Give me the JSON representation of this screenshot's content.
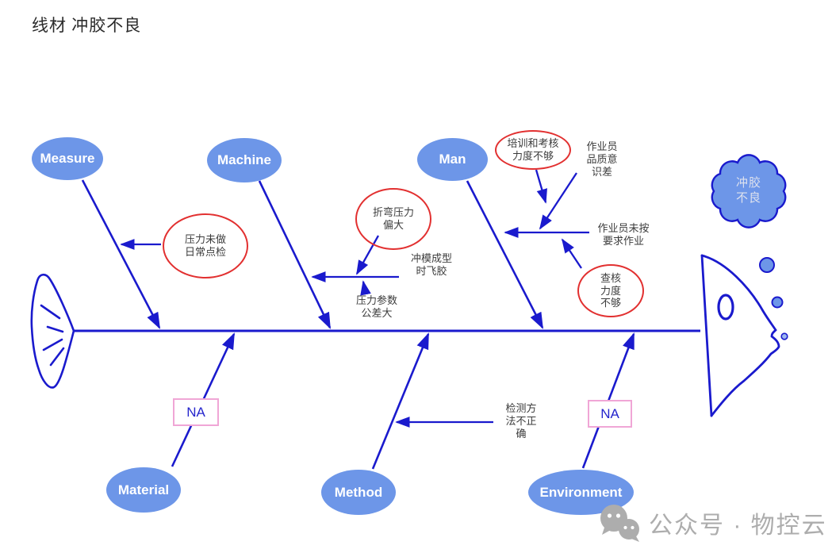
{
  "title": "线材 冲胶不良",
  "effect": {
    "cloud_label": "冲胶\n不良"
  },
  "categories": [
    {
      "id": "measure",
      "label": "Measure"
    },
    {
      "id": "machine",
      "label": "Machine"
    },
    {
      "id": "man",
      "label": "Man"
    },
    {
      "id": "material",
      "label": "Material"
    },
    {
      "id": "method",
      "label": "Method"
    },
    {
      "id": "environment",
      "label": "Environment"
    }
  ],
  "circled_causes": [
    {
      "category": "Measure",
      "label": "压力未做\n日常点检"
    },
    {
      "category": "Machine",
      "label": "折弯压力\n偏大"
    },
    {
      "category": "Man",
      "label": "培训和考核\n力度不够"
    },
    {
      "category": "Man",
      "label": "查核\n力度\n不够"
    }
  ],
  "plain_causes": [
    {
      "category": "Machine",
      "label": "冲模成型\n时飞胶"
    },
    {
      "category": "Machine",
      "label": "压力参数\n公差大"
    },
    {
      "category": "Man",
      "label": "作业员\n品质意\n识差"
    },
    {
      "category": "Man",
      "label": "作业员未按\n要求作业"
    },
    {
      "category": "Method",
      "label": "检测方\n法不正\n确"
    }
  ],
  "na_boxes": [
    {
      "category": "Material",
      "label": "NA"
    },
    {
      "category": "Environment",
      "label": "NA"
    }
  ],
  "watermark": {
    "icon": "wechat-icon",
    "label": "公众号 · 物控云"
  },
  "colors": {
    "bone_blue": "#1a1acd",
    "category_fill": "#6d96e8",
    "highlight_red": "#e23030",
    "na_border_pink": "#f0a6d6",
    "na_text_blue": "#2525cc",
    "cause_text": "#3c3c3c",
    "watermark_gray": "#adadad"
  }
}
